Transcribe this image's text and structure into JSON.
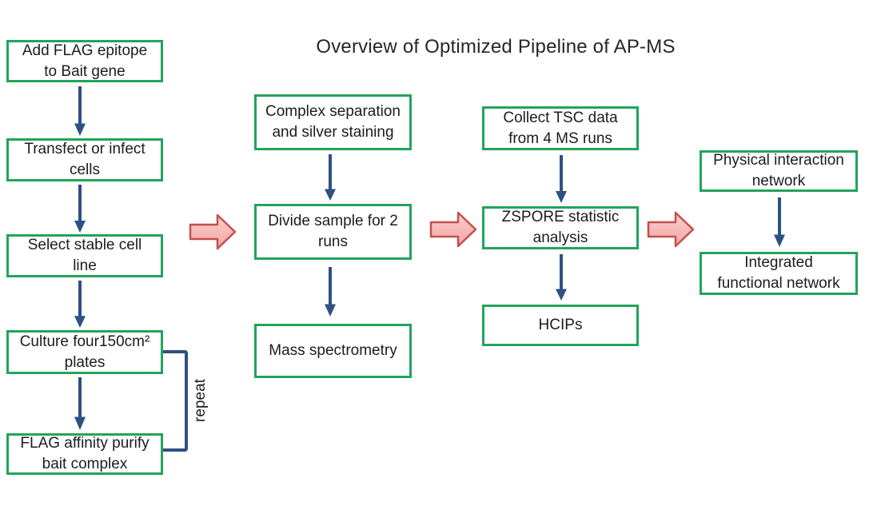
{
  "title": "Overview of Optimized Pipeline of AP-MS",
  "repeat_label": "repeat",
  "colors": {
    "box_border": "#22a45b",
    "flow_arrow": "#2d5182",
    "block_arrow_fill": "#f2a5a2",
    "block_arrow_fill_light": "#fbcfcd",
    "block_arrow_border": "#c4504c",
    "text": "#1c1c1c",
    "background": "#ffffff"
  },
  "columns": [
    {
      "name": "sample-preparation",
      "boxes": [
        {
          "lines": [
            "Add FLAG epitope",
            "to Bait gene"
          ]
        },
        {
          "lines": [
            "Transfect or infect",
            "cells"
          ]
        },
        {
          "lines": [
            "Select stable cell",
            "line"
          ]
        },
        {
          "lines": [
            "Culture four150cm²",
            "plates"
          ]
        },
        {
          "lines": [
            "FLAG affinity purify",
            "bait complex"
          ]
        }
      ]
    },
    {
      "name": "mass-spec",
      "boxes": [
        {
          "lines": [
            "Complex separation",
            "and silver staining"
          ]
        },
        {
          "lines": [
            "Divide sample for 2",
            "runs"
          ]
        },
        {
          "lines": [
            "Mass spectrometry"
          ]
        }
      ]
    },
    {
      "name": "statistics",
      "boxes": [
        {
          "lines": [
            "Collect TSC data",
            "from 4 MS runs"
          ]
        },
        {
          "lines": [
            "ZSPORE statistic",
            "analysis"
          ]
        },
        {
          "lines": [
            "HCIPs"
          ]
        }
      ]
    },
    {
      "name": "networks",
      "boxes": [
        {
          "lines": [
            "Physical interaction",
            "network"
          ]
        },
        {
          "lines": [
            "Integrated",
            "functional network"
          ]
        }
      ]
    }
  ]
}
